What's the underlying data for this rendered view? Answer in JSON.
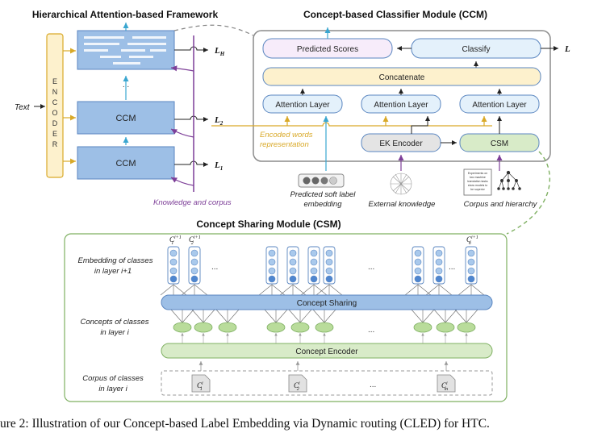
{
  "colors": {
    "blue_box": "#9dbfe6",
    "blue_stroke": "#5a86c0",
    "yellow_fill": "#fdf1cd",
    "yellow_stroke": "#d9a928",
    "green_fill": "#d8ebc8",
    "green_stroke": "#7fb062",
    "purple": "#7d3f98",
    "teal": "#3aa6d0",
    "grey_frame": "#8c8c8c"
  },
  "framework": {
    "title": "Hierarchical Attention-based Framework",
    "encoder_letters": [
      "E",
      "N",
      "C",
      "O",
      "D",
      "E",
      "R"
    ],
    "input_label": "Text",
    "ccm_label": "CCM",
    "ellipsis": "...",
    "loss_top": "L",
    "loss_top_sub": "H",
    "loss_mid": "L",
    "loss_mid_sub": "2",
    "loss_bot": "L",
    "loss_bot_sub": "1",
    "knowledge_label": "Knowledge and corpus"
  },
  "ccm": {
    "title": "Concept-based Classifier Module (CCM)",
    "predicted_scores": "Predicted Scores",
    "classify": "Classify",
    "loss_out": "L",
    "concatenate": "Concatenate",
    "attention_layer": "Attention Layer",
    "encoded_words_line1": "Encoded words",
    "encoded_words_line2": "representation",
    "ek_encoder": "EK Encoder",
    "csm": "CSM",
    "soft_label_line1": "Predicted soft label",
    "soft_label_line2": "embedding",
    "external_knowledge": "External knowledge",
    "corpus_hierarchy": "Corpus and hierarchy",
    "doc_lines": [
      "Experiments on",
      "two machine",
      "translation tasks",
      "show models to",
      "be superior"
    ]
  },
  "csm": {
    "title": "Concept Sharing Module (CSM)",
    "emb_label_line1": "Embedding of classes",
    "emb_label_line2": "in layer  i+1",
    "concept_sharing": "Concept Sharing",
    "concepts_label_line1": "Concepts of classes",
    "concepts_label_line2": "in layer i",
    "concept_encoder": "Concept Encoder",
    "corpus_label_line1": "Corpus of classes",
    "corpus_label_line2": "in layer i",
    "c1_next": "C",
    "c1_next_sub": "1",
    "c1_next_sup": "i+1",
    "c2_next": "C",
    "c2_next_sub": "2",
    "c2_next_sup": "i+1",
    "cn_next": "C",
    "cn_next_sub": "n",
    "cn_next_sup": "i+1",
    "doc1": "C",
    "doc1_sub": "1",
    "doc1_sup": "i",
    "doc2": "C",
    "doc2_sub": "2",
    "doc2_sup": "i",
    "docm": "C",
    "docm_sub": "m",
    "docm_sup": "i",
    "ellipsis": "..."
  },
  "caption": "ure 2: Illustration of our Concept-based Label Embedding via Dynamic routing (CLED) for HTC."
}
